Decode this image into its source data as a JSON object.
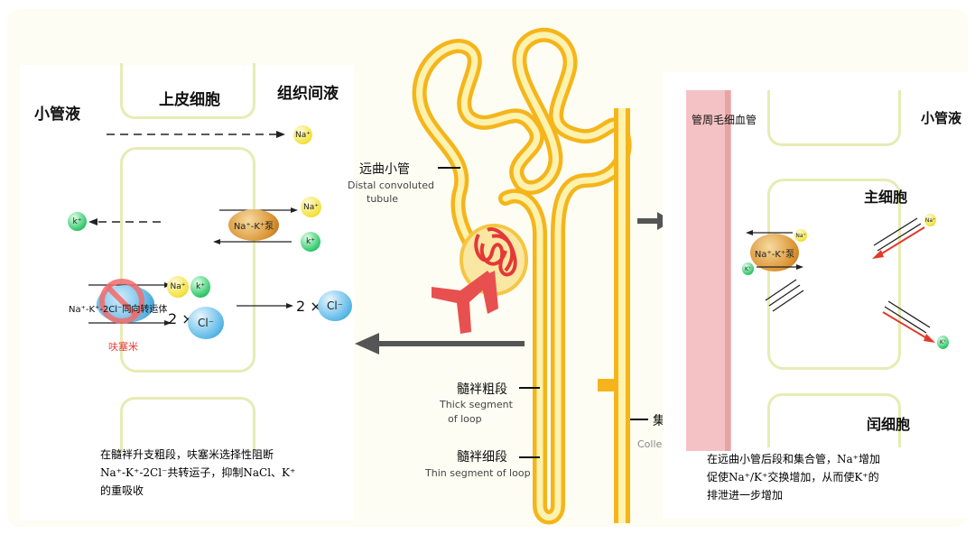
{
  "left_panel": {
    "tubular_fluid": "小管液",
    "epithelial_cell": "上皮细胞",
    "interstitial_fluid": "组织间液",
    "na": "Na⁺",
    "k": "k⁺",
    "pump_label": "Na⁺-K⁺泵",
    "cotransporter_label": "Na⁺-K⁺-2Cl⁻同向转运体",
    "cl": "Cl⁻",
    "two_times": "2 ×",
    "two_times_cl": "2 × Cl⁻",
    "drug": "呋塞米",
    "caption": [
      "在髓袢升支粗段，呋塞米选择性阻断",
      "Na⁺-K⁺-2Cl⁻共转运子，抑制NaCl、K⁺",
      "的重吸收"
    ]
  },
  "nephron": {
    "distal_cn": "远曲小管",
    "distal_en": [
      "Distal convoluted",
      "tubule"
    ],
    "thick_cn": "髓袢粗段",
    "thick_en": [
      "Thick segment",
      "of loop"
    ],
    "thin_cn": "髓袢细段",
    "thin_en": "Thin segment of loop",
    "collecting_cn": "集合管",
    "collecting_en": "Collecting du"
  },
  "right_panel": {
    "capillary": "管周毛细血管",
    "tubular_fluid": "小管液",
    "principal_cell": "主细胞",
    "intercalated_cell": "闰细胞",
    "pump_label": "Na⁺-K⁺泵",
    "na": "Na⁺",
    "k": "K⁺",
    "caption": [
      "在远曲小管后段和集合管，Na⁺增加",
      "促使Na⁺/K⁺交换增加，从而使K⁺的",
      "排泄进一步增加"
    ]
  },
  "colors": {
    "tubule": "#f5b51a",
    "tubule_inner": "#fdf2b0",
    "capillary_band": "#f4c2c4",
    "glomerulus": "#e43838",
    "arrow": "#555555",
    "cell_border": "#e6ecb4",
    "block_sign": "#f26b6b"
  }
}
